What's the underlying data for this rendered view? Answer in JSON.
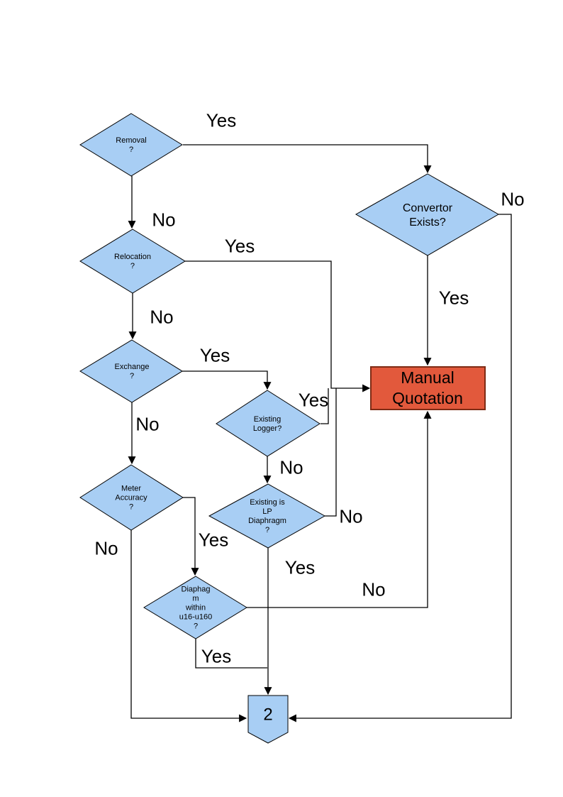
{
  "colors": {
    "node_fill": "#A8CEF4",
    "node_border": "#000000",
    "action_fill": "#E2593C",
    "action_border": "#7E2B14",
    "line": "#000000",
    "background": "#FFFFFF"
  },
  "nodes": {
    "removal": {
      "type": "decision",
      "text": "Removal\n?"
    },
    "relocation": {
      "type": "decision",
      "text": "Relocation\n?"
    },
    "exchange": {
      "type": "decision",
      "text": "Exchange\n?"
    },
    "convertor_exists": {
      "type": "decision",
      "text": "Convertor\nExists?"
    },
    "existing_logger": {
      "type": "decision",
      "text": "Existing\nLogger?"
    },
    "existing_lp_diaphragm": {
      "type": "decision",
      "text": "Existing is\nLP\nDiaphragm\n?"
    },
    "meter_accuracy": {
      "type": "decision",
      "text": "Meter\nAccuracy\n?"
    },
    "diaphragm_range": {
      "type": "decision",
      "text": "Diaphag\nm\nwithin\nu16-u160\n?"
    },
    "manual_quotation": {
      "type": "process",
      "text": "Manual\nQuotation"
    },
    "offpage_connector": {
      "type": "offpage-connector",
      "text": "2"
    }
  },
  "edge_labels": {
    "removal_yes": "Yes",
    "removal_no": "No",
    "relocation_yes": "Yes",
    "relocation_no": "No",
    "exchange_yes": "Yes",
    "exchange_no": "No",
    "existing_logger_yes": "Yes",
    "existing_logger_no": "No",
    "existing_lp_no": "No",
    "existing_lp_yes": "Yes",
    "meter_accuracy_yes": "Yes",
    "meter_accuracy_no": "No",
    "diaphragm_no": "No",
    "diaphragm_yes": "Yes",
    "convertor_yes": "Yes",
    "convertor_no": "No"
  }
}
